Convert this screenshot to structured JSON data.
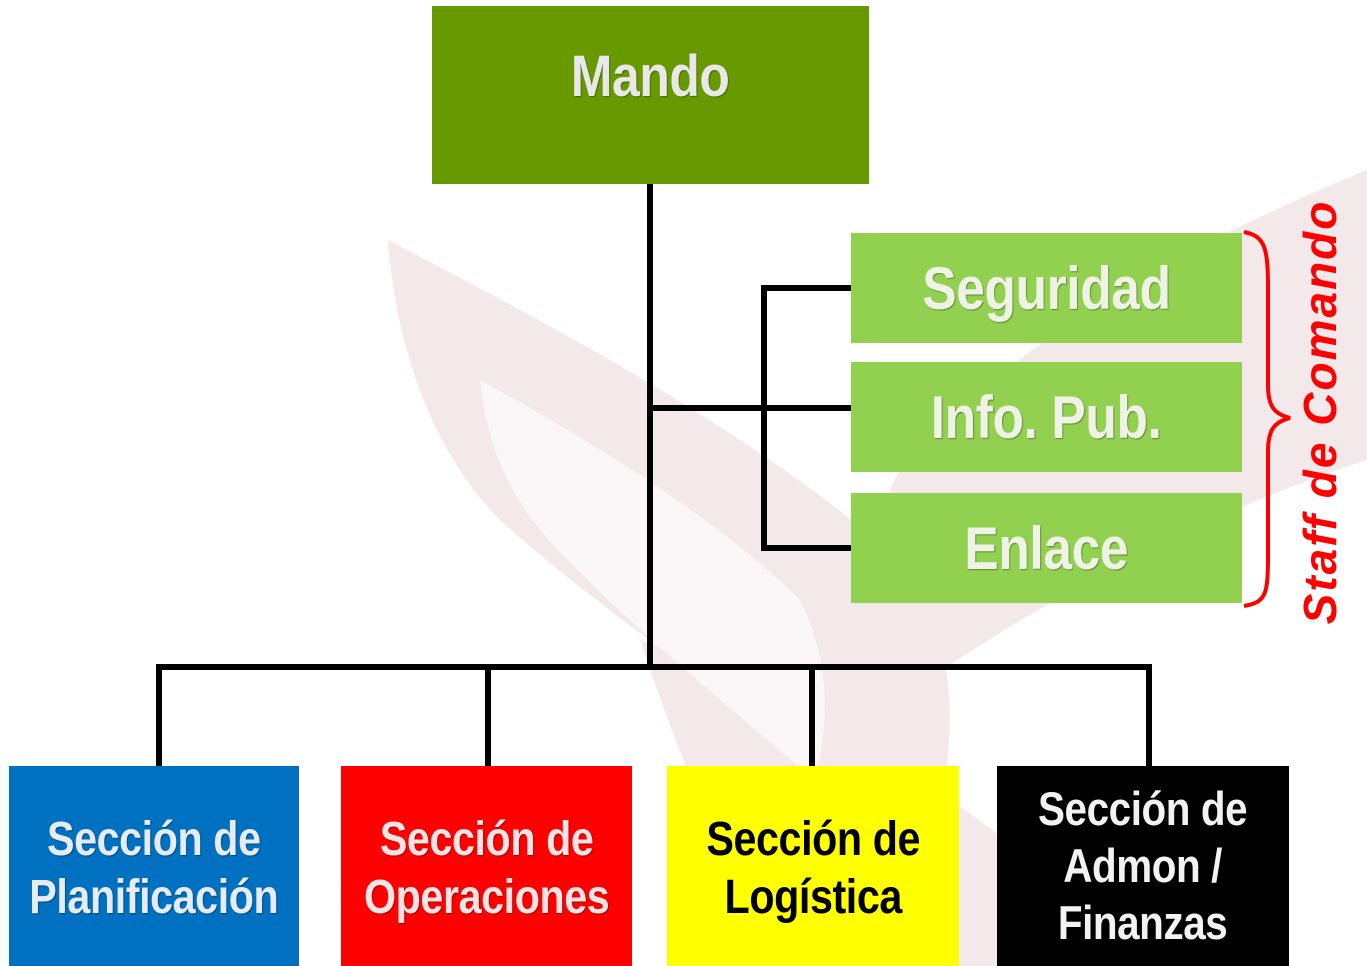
{
  "diagram": {
    "top_node": {
      "label": "Mando",
      "color": "#689a00"
    },
    "staff_nodes": [
      {
        "label": "Seguridad",
        "color": "#92d050"
      },
      {
        "label": "Info. Pub.",
        "color": "#92d050"
      },
      {
        "label": "Enlace",
        "color": "#92d050"
      }
    ],
    "staff_group_label": "Staff de Comando",
    "staff_group_color": "#ff0000",
    "sections": [
      {
        "label": "Sección de\nPlanificación",
        "color": "#0070c0"
      },
      {
        "label": "Sección de\nOperaciones",
        "color": "#ff0000"
      },
      {
        "label": "Sección de\nLogística",
        "color": "#ffff00"
      },
      {
        "label": "Sección de\nAdmon /\nFinanzas",
        "color": "#000000"
      }
    ],
    "connector_color": "#000000",
    "watermark_color": "#f2e6e8"
  }
}
